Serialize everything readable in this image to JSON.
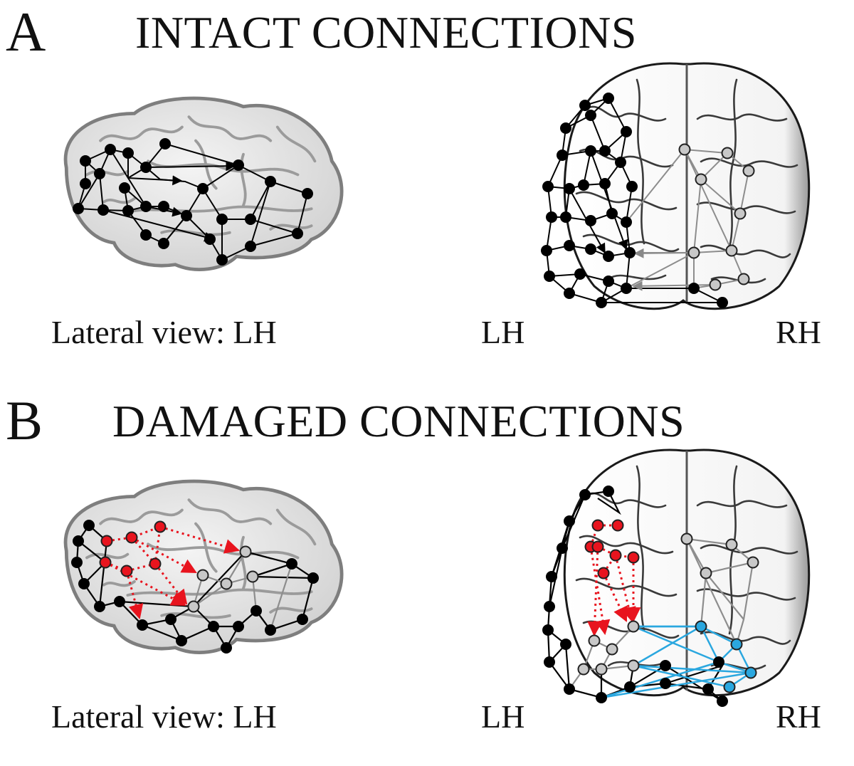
{
  "panel_a": {
    "letter": "A",
    "title": "INTACT CONNECTIONS",
    "lateral_label": "Lateral view: LH",
    "top_left_label": "LH",
    "top_right_label": "RH"
  },
  "panel_b": {
    "letter": "B",
    "title": "DAMAGED CONNECTIONS",
    "lateral_label": "Lateral view: LH",
    "top_left_label": "LH",
    "top_right_label": "RH"
  },
  "colors": {
    "intact_node": "#000000",
    "right_hemisphere_node": "#c8c8c8",
    "damaged_node": "#e8141e",
    "damaged_edge": "#e8141e",
    "compensatory_node": "#2aa7df",
    "compensatory_edge": "#2aa7df",
    "brain_fill": "#e3e3e3",
    "brain_outline": "#8a8a8a"
  },
  "icons": {
    "lateral_brain": "brain-lateral-icon",
    "dorsal_brain": "brain-dorsal-icon"
  }
}
